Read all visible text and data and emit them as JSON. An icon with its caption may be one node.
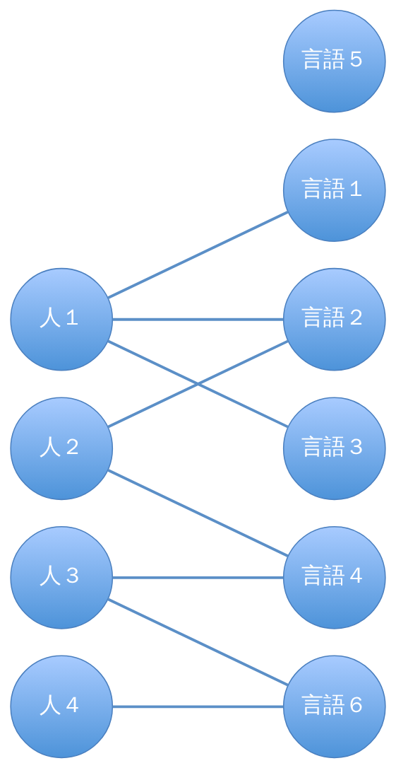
{
  "diagram": {
    "nodes": [
      {
        "text": [
          "人１"
        ]
      },
      {
        "text": [
          "人２"
        ]
      },
      {
        "text": [
          "人３"
        ]
      },
      {
        "text": [
          "人４"
        ]
      },
      {
        "text": [
          "言語１"
        ]
      },
      {
        "text": [
          "言語２"
        ]
      },
      {
        "text": [
          "言語３"
        ]
      },
      {
        "text": [
          "言語４"
        ]
      },
      {
        "text": [
          "言語５"
        ]
      },
      {
        "text": [
          "言語６"
        ]
      }
    ],
    "edges": [
      {
        "from": 0,
        "to": 4,
        "arrow": "none"
      },
      {
        "from": 0,
        "to": 5,
        "arrow": "none"
      },
      {
        "from": 0,
        "to": 6,
        "arrow": "none"
      },
      {
        "from": 1,
        "to": 5,
        "arrow": "none"
      },
      {
        "from": 1,
        "to": 7,
        "arrow": "none"
      },
      {
        "from": 2,
        "to": 7,
        "arrow": "none"
      },
      {
        "from": 2,
        "to": 9,
        "arrow": "none"
      },
      {
        "from": 3,
        "to": 9,
        "arrow": "none"
      }
    ]
  }
}
